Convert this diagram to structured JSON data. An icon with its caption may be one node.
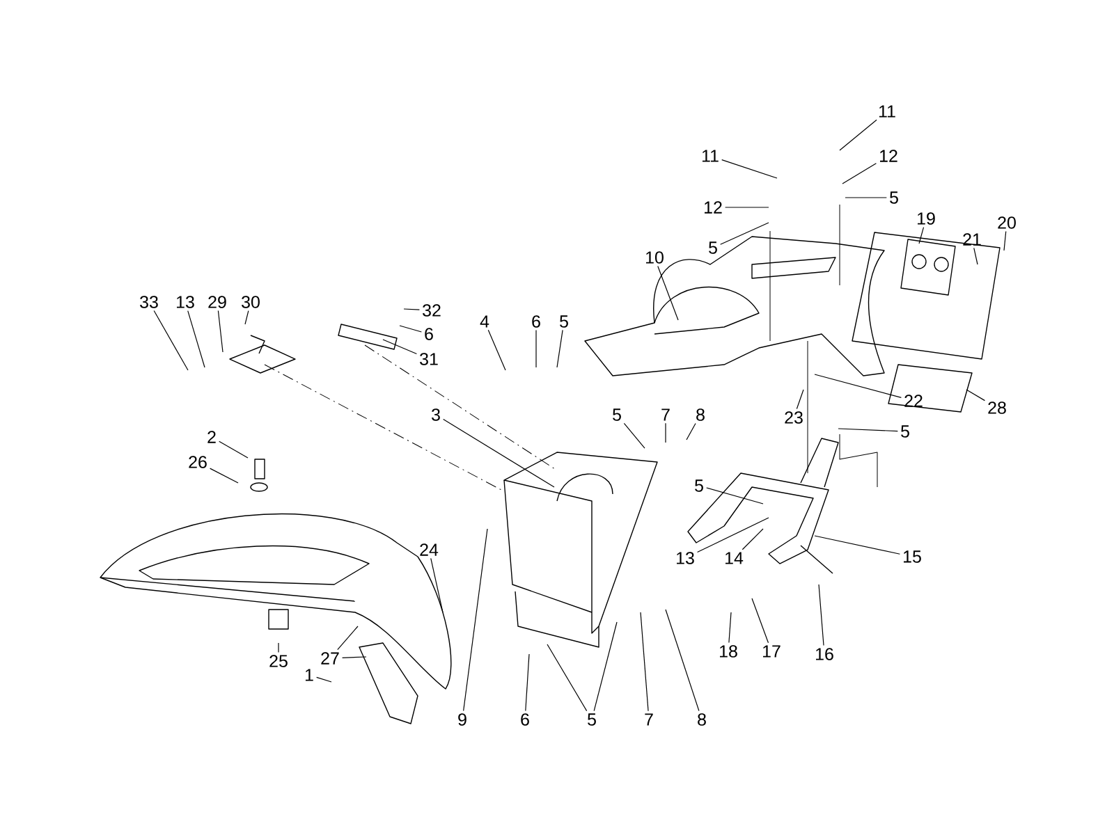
{
  "diagram": {
    "nodes": [
      {
        "text": [
          "11"
        ]
      },
      {
        "text": [
          "11"
        ]
      },
      {
        "text": [
          "12"
        ]
      },
      {
        "text": [
          "5"
        ]
      },
      {
        "text": [
          "12"
        ]
      },
      {
        "text": [
          "19"
        ]
      },
      {
        "text": [
          "20"
        ]
      },
      {
        "text": [
          "21"
        ]
      },
      {
        "text": [
          "5"
        ]
      },
      {
        "text": [
          "10"
        ]
      },
      {
        "text": [
          "33"
        ]
      },
      {
        "text": [
          "13"
        ]
      },
      {
        "text": [
          "29"
        ]
      },
      {
        "text": [
          "30"
        ]
      },
      {
        "text": [
          "32"
        ]
      },
      {
        "text": [
          "4"
        ]
      },
      {
        "text": [
          "6"
        ]
      },
      {
        "text": [
          "5"
        ]
      },
      {
        "text": [
          "6"
        ]
      },
      {
        "text": [
          "31"
        ]
      },
      {
        "text": [
          "22"
        ]
      },
      {
        "text": [
          "28"
        ]
      },
      {
        "text": [
          "3"
        ]
      },
      {
        "text": [
          "5"
        ]
      },
      {
        "text": [
          "7"
        ]
      },
      {
        "text": [
          "8"
        ]
      },
      {
        "text": [
          "23"
        ]
      },
      {
        "text": [
          "5"
        ]
      },
      {
        "text": [
          "2"
        ]
      },
      {
        "text": [
          "26"
        ]
      },
      {
        "text": [
          "5"
        ]
      },
      {
        "text": [
          "24"
        ]
      },
      {
        "text": [
          "13"
        ]
      },
      {
        "text": [
          "14"
        ]
      },
      {
        "text": [
          "15"
        ]
      },
      {
        "text": [
          "18"
        ]
      },
      {
        "text": [
          "17"
        ]
      },
      {
        "text": [
          "16"
        ]
      },
      {
        "text": [
          "27"
        ]
      },
      {
        "text": [
          "25"
        ]
      },
      {
        "text": [
          "1"
        ]
      },
      {
        "text": [
          "9"
        ]
      },
      {
        "text": [
          "6"
        ]
      },
      {
        "text": [
          "5"
        ]
      },
      {
        "text": [
          "7"
        ]
      },
      {
        "text": [
          "8"
        ]
      }
    ],
    "edges": [
      {
        "from": 0,
        "to": null,
        "arrow": "none"
      },
      {
        "from": 1,
        "to": null,
        "arrow": "none"
      },
      {
        "from": 2,
        "to": null,
        "arrow": "none"
      },
      {
        "from": 3,
        "to": null,
        "arrow": "none"
      },
      {
        "from": 4,
        "to": null,
        "arrow": "none"
      },
      {
        "from": 5,
        "to": null,
        "arrow": "none"
      },
      {
        "from": 6,
        "to": null,
        "arrow": "none"
      },
      {
        "from": 7,
        "to": null,
        "arrow": "none"
      },
      {
        "from": 8,
        "to": null,
        "arrow": "none"
      },
      {
        "from": 9,
        "to": null,
        "arrow": "none"
      },
      {
        "from": 10,
        "to": null,
        "arrow": "none"
      },
      {
        "from": 11,
        "to": null,
        "arrow": "none"
      },
      {
        "from": 12,
        "to": null,
        "arrow": "none"
      },
      {
        "from": 13,
        "to": null,
        "arrow": "none"
      },
      {
        "from": 14,
        "to": null,
        "arrow": "none"
      },
      {
        "from": 15,
        "to": null,
        "arrow": "none"
      },
      {
        "from": 16,
        "to": null,
        "arrow": "none"
      },
      {
        "from": 17,
        "to": null,
        "arrow": "none"
      },
      {
        "from": 18,
        "to": null,
        "arrow": "none"
      },
      {
        "from": 19,
        "to": null,
        "arrow": "none"
      },
      {
        "from": 20,
        "to": null,
        "arrow": "none"
      },
      {
        "from": 21,
        "to": null,
        "arrow": "none"
      },
      {
        "from": 22,
        "to": null,
        "arrow": "none"
      },
      {
        "from": 23,
        "to": null,
        "arrow": "none"
      },
      {
        "from": 24,
        "to": null,
        "arrow": "none"
      },
      {
        "from": 25,
        "to": null,
        "arrow": "none"
      },
      {
        "from": 26,
        "to": null,
        "arrow": "none"
      },
      {
        "from": 27,
        "to": null,
        "arrow": "none"
      },
      {
        "from": 28,
        "to": null,
        "arrow": "none"
      },
      {
        "from": 29,
        "to": null,
        "arrow": "none"
      },
      {
        "from": 30,
        "to": null,
        "arrow": "none"
      },
      {
        "from": 31,
        "to": null,
        "arrow": "none"
      },
      {
        "from": 32,
        "to": null,
        "arrow": "none"
      },
      {
        "from": 33,
        "to": null,
        "arrow": "none"
      },
      {
        "from": 34,
        "to": null,
        "arrow": "none"
      },
      {
        "from": 35,
        "to": null,
        "arrow": "none"
      },
      {
        "from": 36,
        "to": null,
        "arrow": "none"
      },
      {
        "from": 37,
        "to": null,
        "arrow": "none"
      },
      {
        "from": 38,
        "to": null,
        "arrow": "none"
      },
      {
        "from": 38,
        "to": null,
        "arrow": "none"
      },
      {
        "from": 39,
        "to": null,
        "arrow": "none"
      },
      {
        "from": 40,
        "to": null,
        "arrow": "none"
      },
      {
        "from": 41,
        "to": null,
        "arrow": "none"
      },
      {
        "from": 42,
        "to": null,
        "arrow": "none"
      },
      {
        "from": 43,
        "to": null,
        "arrow": "none"
      },
      {
        "from": 43,
        "to": null,
        "arrow": "none"
      },
      {
        "from": 44,
        "to": null,
        "arrow": "none"
      },
      {
        "from": 45,
        "to": null,
        "arrow": "none"
      }
    ]
  }
}
